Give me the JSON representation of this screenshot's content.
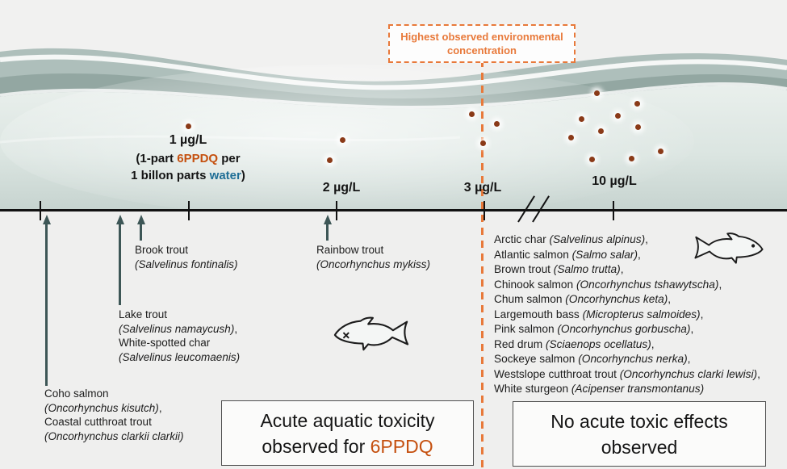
{
  "colors": {
    "accent_orange": "#e8793a",
    "chem_orange": "#c5500f",
    "water_blue": "#1f6e96",
    "dot": "#8a3a18",
    "arrow": "#3d5656",
    "axis": "#121212"
  },
  "annotation_box": {
    "line1": "Highest observed environmental",
    "line2": "concentration"
  },
  "concentration_labels": {
    "c1": "1 µg/L",
    "c2": "2 µg/L",
    "c3": "3 µg/L",
    "c10": "10 µg/L"
  },
  "definition": {
    "l1_pre": "(1-part ",
    "l1_chem": "6PPDQ",
    "l1_post": " per",
    "l2_pre": "1 billon parts ",
    "l2_water": "water",
    "l2_post": ")"
  },
  "left_boxed_label": {
    "line1": "Acute aquatic toxicity",
    "line2_pre": "observed for ",
    "line2_chem": "6PPDQ"
  },
  "right_boxed_label": {
    "line1": "No acute toxic effects",
    "line2": "observed"
  },
  "icons": {
    "dead_fish": "fish-outline-with-x-eye",
    "live_fish": "fish-outline-with-dot-eye"
  },
  "toxic_species_groups": [
    {
      "id": "coho",
      "lines": [
        [
          {
            "t": "Coho salmon"
          }
        ],
        [
          {
            "t": "(Oncorhynchus kisutch)",
            "i": true
          },
          {
            "t": ","
          }
        ],
        [
          {
            "t": "Coastal cutthroat trout"
          }
        ],
        [
          {
            "t": "(Oncorhynchus clarkii clarkii)",
            "i": true
          }
        ]
      ]
    },
    {
      "id": "lake",
      "lines": [
        [
          {
            "t": "Lake trout"
          }
        ],
        [
          {
            "t": "(Salvelinus namaycush)",
            "i": true
          },
          {
            "t": ","
          }
        ],
        [
          {
            "t": "White-spotted char"
          }
        ],
        [
          {
            "t": "(Salvelinus leucomaenis)",
            "i": true
          }
        ]
      ]
    },
    {
      "id": "brook",
      "lines": [
        [
          {
            "t": "Brook trout"
          }
        ],
        [
          {
            "t": "(Salvelinus fontinalis)",
            "i": true
          }
        ]
      ]
    },
    {
      "id": "rainbow",
      "lines": [
        [
          {
            "t": "Rainbow trout"
          }
        ],
        [
          {
            "t": "(Oncorhynchus mykiss)",
            "i": true
          }
        ]
      ]
    }
  ],
  "safe_species_lines": [
    [
      {
        "t": "Arctic char "
      },
      {
        "t": "(Salvelinus alpinus)",
        "i": true
      },
      {
        "t": ","
      }
    ],
    [
      {
        "t": "Atlantic salmon "
      },
      {
        "t": "(Salmo salar)",
        "i": true
      },
      {
        "t": ","
      }
    ],
    [
      {
        "t": "Brown trout "
      },
      {
        "t": "(Salmo trutta)",
        "i": true
      },
      {
        "t": ","
      }
    ],
    [
      {
        "t": "Chinook salmon "
      },
      {
        "t": "(Oncorhynchus tshawytscha)",
        "i": true
      },
      {
        "t": ","
      }
    ],
    [
      {
        "t": "Chum salmon "
      },
      {
        "t": "(Oncorhynchus keta)",
        "i": true
      },
      {
        "t": ","
      }
    ],
    [
      {
        "t": "Largemouth bass "
      },
      {
        "t": "(Micropterus salmoides)",
        "i": true
      },
      {
        "t": ","
      }
    ],
    [
      {
        "t": "Pink salmon "
      },
      {
        "t": "(Oncorhynchus gorbuscha)",
        "i": true
      },
      {
        "t": ","
      }
    ],
    [
      {
        "t": "Red drum "
      },
      {
        "t": "(Sciaenops ocellatus)",
        "i": true
      },
      {
        "t": ","
      }
    ],
    [
      {
        "t": "Sockeye salmon "
      },
      {
        "t": "(Oncorhynchus nerka)",
        "i": true
      },
      {
        "t": ","
      }
    ],
    [
      {
        "t": "Westslope cutthroat trout "
      },
      {
        "t": "(Oncorhynchus clarki lewisi)",
        "i": true
      },
      {
        "t": ","
      }
    ],
    [
      {
        "t": "White sturgeon "
      },
      {
        "t": "(Acipenser transmontanus)",
        "i": true
      }
    ]
  ],
  "data_points": {
    "description": "orange-brown dots in water per concentration",
    "groups": [
      {
        "conc": "1 µg/L",
        "count": 1,
        "points": [
          [
            233,
            156
          ]
        ]
      },
      {
        "conc": "2 µg/L",
        "count": 2,
        "points": [
          [
            424,
            173
          ],
          [
            408,
            198
          ]
        ]
      },
      {
        "conc": "3 µg/L",
        "count": 3,
        "points": [
          [
            584,
            141
          ],
          [
            615,
            153
          ],
          [
            598,
            177
          ]
        ]
      },
      {
        "conc": "10 µg/L",
        "count": 10,
        "points": [
          [
            739,
            115
          ],
          [
            789,
            128
          ],
          [
            720,
            147
          ],
          [
            765,
            143
          ],
          [
            744,
            162
          ],
          [
            790,
            157
          ],
          [
            707,
            170
          ],
          [
            818,
            187
          ],
          [
            733,
            197
          ],
          [
            782,
            196
          ]
        ]
      }
    ]
  }
}
